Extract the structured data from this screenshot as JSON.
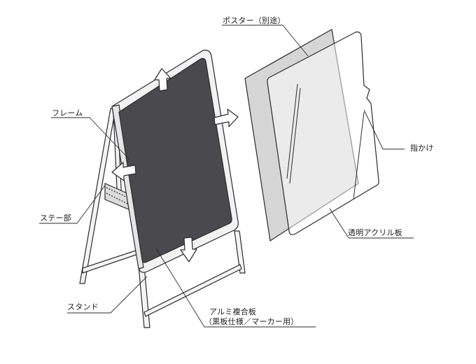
{
  "labels": {
    "poster": "ポスター（別途）",
    "frame": "フレーム",
    "finger_grip": "指かけ",
    "stay": "ステー部",
    "acrylic": "透明アクリル板",
    "stand": "スタンド",
    "board_line1": "アルミ複合板",
    "board_line2": "（黒板仕様／マーカー用）"
  },
  "colors": {
    "board": "#4a4a4e",
    "frame": "#f2f2f2",
    "poster": "#cfcfcf",
    "line": "#2a2a2a",
    "background": "#ffffff"
  }
}
